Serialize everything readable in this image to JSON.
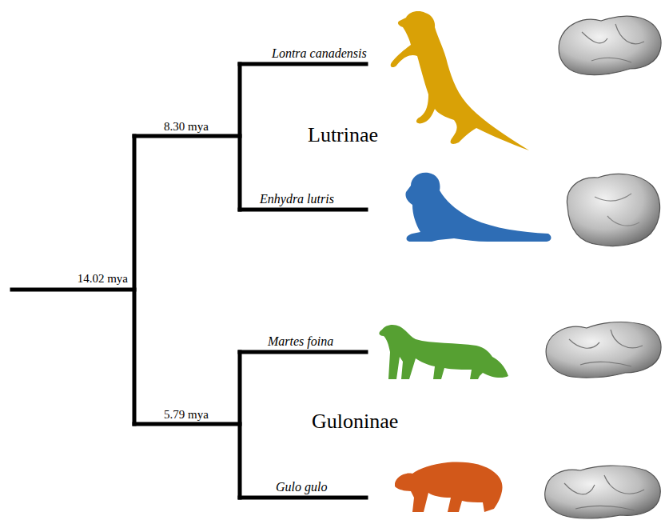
{
  "diagram": {
    "labels": [
      "Lontra canadensis",
      "8.30 mya",
      "Lutrinae",
      "Enhydra lutris",
      "14.02 mya",
      "Martes foina",
      "5.79 mya",
      "Guloninae",
      "Gulo gulo"
    ]
  }
}
